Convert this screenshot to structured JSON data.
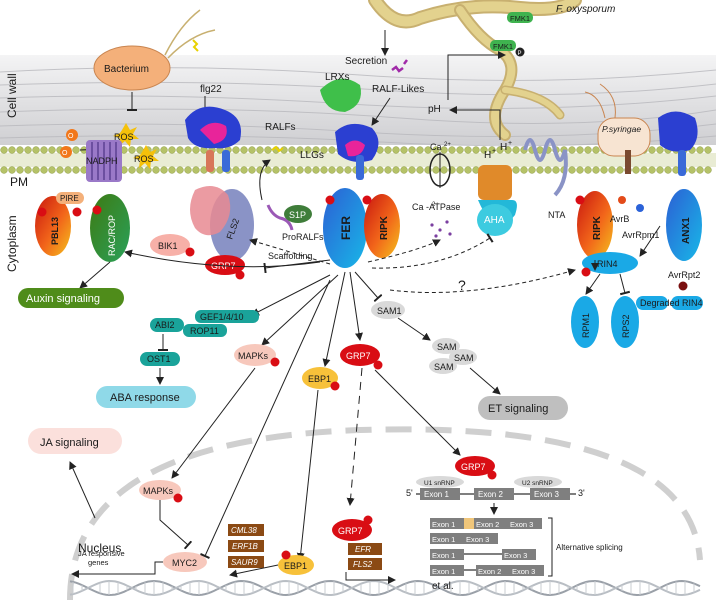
{
  "regions": {
    "cell_wall": "Cell wall",
    "pm": "PM",
    "cytoplasm": "Cytoplasm",
    "nucleus": "Nucleus"
  },
  "pathogens": {
    "bacterium": "Bacterium",
    "f_oxysporum": "F. oxysporum",
    "fmk1_top": "FMK1",
    "fmk1_mid": "FMK1",
    "p_syringae": "P.syringae"
  },
  "extracellular": {
    "flg22": "flg22",
    "secretion": "Secretion",
    "ralf_likes": "RALF-Likes",
    "lrxs": "LRXs",
    "ralfs": "RALFs",
    "llgs": "LLGs",
    "ros_1": "ROS",
    "ros_2": "ROS",
    "o2_1": "O",
    "o2_2": "O",
    "o2_sub": "2",
    "ph": "pH",
    "h_plus_1": "H",
    "h_plus_2": "H",
    "plus": "+",
    "ca": "Ca",
    "ca_sup": "2+"
  },
  "membrane": {
    "nadph": "NADPH",
    "pbl13": "PBL13",
    "pire": "PIRE",
    "racrop": "RAC/ROP",
    "bik1": "BIK1",
    "fls2": "FLS2",
    "grp7_pm": "GRP7",
    "s1p": "S1P",
    "proralfs": "ProRALFs",
    "scaffolding": "Scaffolding",
    "fer": "FER",
    "ripk_1": "RIPK",
    "ca_atpase": "Ca  -ATPase",
    "aha": "AHA",
    "nta": "NTA",
    "ripk_2": "RIPK",
    "anx1": "ANX1",
    "avrb": "AvrB",
    "avrrpm1": "AvrRpm1",
    "rin4": "RIN4",
    "avrrpt2": "AvrRpt2",
    "degraded_rin4": "Degraded RIN4",
    "rpm1": "RPM1",
    "rps2": "RPS2",
    "question": "?"
  },
  "cytoplasm_items": {
    "auxin_signaling": "Auxin signaling",
    "abi2": "ABI2",
    "gef": "GEF1/4/10",
    "rop11": "ROP11",
    "ost1": "OST1",
    "aba_response": "ABA response",
    "mapks": "MAPKs",
    "ebp1": "EBP1",
    "grp7": "GRP7",
    "sam1": "SAM1",
    "sam_a": "SAM",
    "sam_b": "SAM",
    "sam_c": "SAM",
    "et_signaling": "ET signaling",
    "ja_signaling": "JA signaling",
    "p": "P"
  },
  "nucleus_items": {
    "mapks": "MAPKs",
    "myc2": "MYC2",
    "ja_genes_1": "JA responsive",
    "ja_genes_2": "genes",
    "cml38": "CML38",
    "erf1b": "ERF1B",
    "saur9": "SAUR9",
    "ebp1": "EBP1",
    "grp7": "GRP7",
    "efr": "EFR",
    "fls2": "FLS2",
    "grp7_splice": "GRP7",
    "u1": "U1 snRNP",
    "u2": "U2 snRNP",
    "five": "5'",
    "three": "3'",
    "exon1": "Exon 1",
    "exon2": "Exon 2",
    "exon3": "Exon 3",
    "alt_splicing": "Alternative splicing",
    "et_al": "et al."
  },
  "colors": {
    "membrane_head": "#b5c268",
    "wall": "#c9c9cc",
    "receptor_blue": "#1b6fd6",
    "receptor_red": "#e63a1c",
    "grp7_red": "#d90d14",
    "teal": "#1aa39a",
    "green": "#4f8c1a",
    "ellipse_grey": "#d9d9d9"
  }
}
